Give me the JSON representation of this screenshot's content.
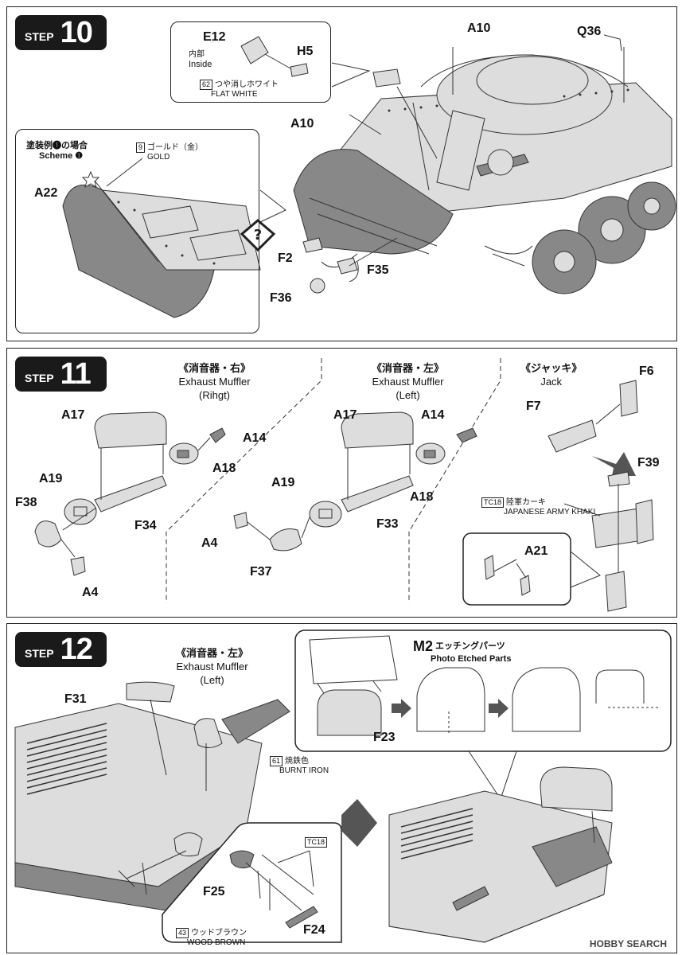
{
  "step10": {
    "badge": {
      "word": "STEP",
      "number": "10"
    },
    "callout_top": {
      "e12": "E12",
      "inside_jp": "内部",
      "inside_en": "Inside",
      "h5": "H5",
      "paint_num": "62",
      "paint_jp": "つや消しホワイト",
      "paint_en": "FLAT WHITE"
    },
    "callout_left": {
      "scheme_jp": "塗装例❶の場合",
      "scheme_en": "Scheme ❶",
      "gold_num": "9",
      "gold_jp": "ゴールド（金）",
      "gold_en": "GOLD",
      "a22": "A22"
    },
    "labels": {
      "a10_top": "A10",
      "a10_left": "A10",
      "q36": "Q36",
      "f2": "F2",
      "f35": "F35",
      "f36": "F36"
    },
    "notice_icon": "rotate-view-icon"
  },
  "step11": {
    "badge": {
      "word": "STEP",
      "number": "11"
    },
    "right_muffler": {
      "jp": "《消音器・右》",
      "en1": "Exhaust Muffler",
      "en2": "(Rihgt)",
      "parts": {
        "a17": "A17",
        "a14": "A14",
        "a18": "A18",
        "a19": "A19",
        "f38": "F38",
        "f34": "F34",
        "a4": "A4"
      }
    },
    "left_muffler": {
      "jp": "《消音器・左》",
      "en1": "Exhaust Muffler",
      "en2": "(Left)",
      "parts": {
        "a17": "A17",
        "a14": "A14",
        "a18": "A18",
        "a19": "A19",
        "a4": "A4",
        "f33": "F33",
        "f37": "F37"
      }
    },
    "jack": {
      "jp": "《ジャッキ》",
      "en": "Jack",
      "f6": "F6",
      "f7": "F7",
      "f39": "F39",
      "a21": "A21",
      "paint_num": "TC18",
      "paint_jp": "陸軍カーキ",
      "paint_en": "JAPANESE ARMY KHAKI"
    }
  },
  "step12": {
    "badge": {
      "word": "STEP",
      "number": "12"
    },
    "muffler": {
      "jp": "《消音器・左》",
      "en1": "Exhaust Muffler",
      "en2": "(Left)",
      "paint_num": "61",
      "paint_jp": "焼鉄色",
      "paint_en": "BURNT IRON"
    },
    "labels": {
      "f31": "F31",
      "f25": "F25",
      "f24": "F24",
      "tc18": "TC18"
    },
    "tool_paint": {
      "num": "43",
      "jp": "ウッドブラウン",
      "en": "WOOD BROWN"
    },
    "etch": {
      "m2": "M2",
      "jp": "エッチングパーツ",
      "en": "Photo Etched Parts",
      "f23": "F23"
    }
  },
  "watermark": "HOBBY SEARCH"
}
